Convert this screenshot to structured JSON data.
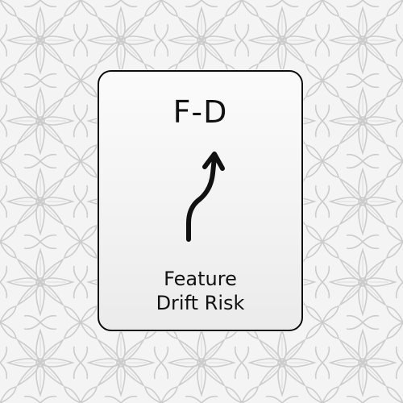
{
  "card": {
    "code": "F-D",
    "label_lines": [
      "Feature",
      "Drift Risk"
    ],
    "icon": "curved-up-arrow-icon"
  },
  "colors": {
    "background": "#f4f4f4",
    "pattern": "#cfcfcf",
    "card_border": "#0d0d0d",
    "text": "#111111"
  }
}
